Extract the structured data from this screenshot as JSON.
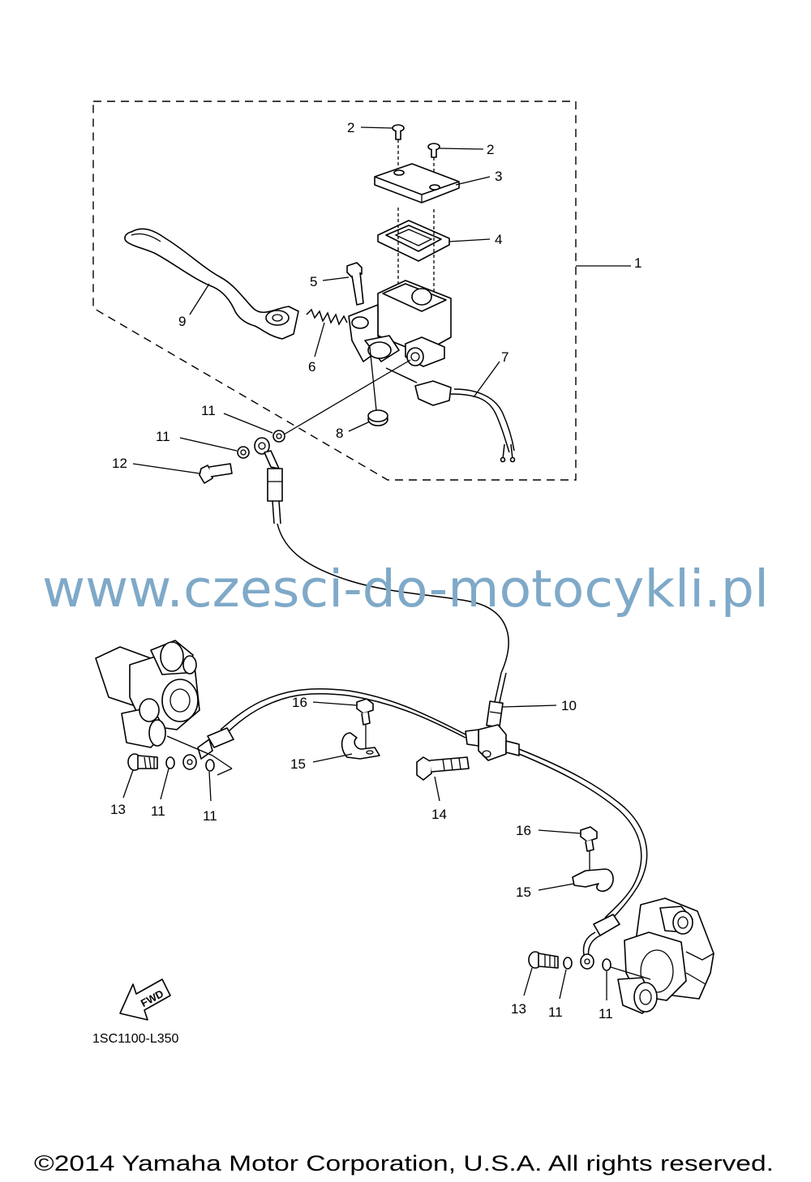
{
  "watermark": "www.czesci-do-motocykli.pl",
  "diagram_code": "1SC1100-L350",
  "fwd_arrow_text": "FWD",
  "copyright": "©2014 Yamaha Motor Corporation, U.S.A. All rights reserved.",
  "callouts": {
    "c1": "1",
    "c2a": "2",
    "c2b": "2",
    "c3": "3",
    "c4": "4",
    "c5": "5",
    "c6": "6",
    "c7": "7",
    "c8": "8",
    "c9": "9",
    "c10": "10",
    "c11a": "11",
    "c11b": "11",
    "c11c": "11",
    "c11d": "11",
    "c11e": "11",
    "c11f": "11",
    "c12": "12",
    "c13a": "13",
    "c13b": "13",
    "c14": "14",
    "c15a": "15",
    "c15b": "15",
    "c16a": "16",
    "c16b": "16"
  }
}
